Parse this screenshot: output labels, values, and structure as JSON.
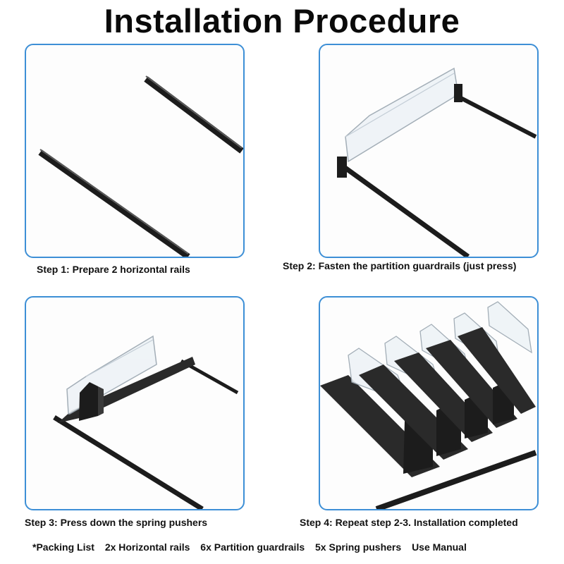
{
  "title": "Installation Procedure",
  "colors": {
    "panel_border": "#3d8fd6",
    "rail": "#1c1c1c",
    "guardrail": "#b9c3cc"
  },
  "steps": [
    {
      "caption": "Step 1: Prepare 2 horizontal rails"
    },
    {
      "caption": "Step 2: Fasten the partition guardrails (just press)"
    },
    {
      "caption": "Step 3: Press down the spring pushers"
    },
    {
      "caption": "Step 4: Repeat step 2-3. Installation completed"
    }
  ],
  "packing_list": {
    "label": "*Packing List",
    "items": [
      "2x Horizontal rails",
      "6x Partition guardrails",
      "5x Spring pushers",
      "Use Manual"
    ]
  }
}
